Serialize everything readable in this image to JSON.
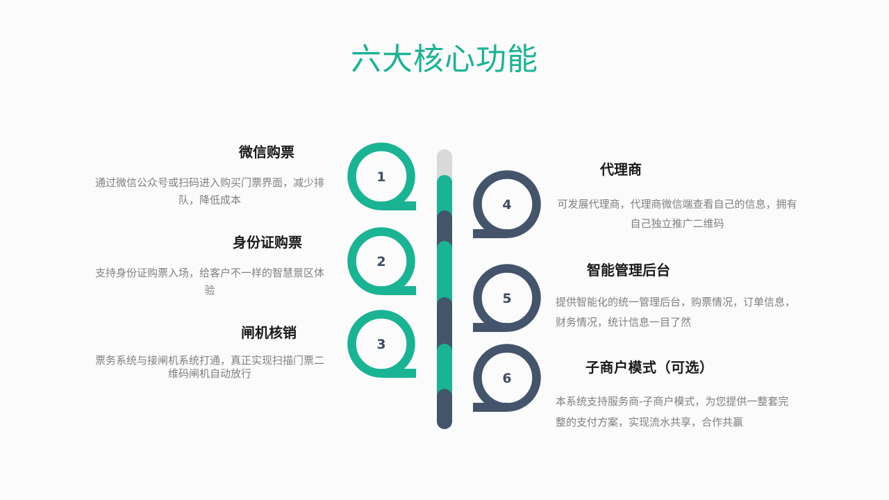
{
  "title": "六大核心功能",
  "colors": {
    "teal": "#1ab394",
    "navy": "#44546b",
    "grey": "#d9d9d9"
  },
  "features": [
    {
      "number": "1",
      "heading": "微信购票",
      "description": "通过微信公众号或扫码进入购买门票界面，减少排队，降低成本"
    },
    {
      "number": "2",
      "heading": "身份证购票",
      "description": "支持身份证购票入场，给客户不一样的智慧景区体验"
    },
    {
      "number": "3",
      "heading": "闸机核销",
      "description": "票务系统与接闸机系统打通，真正实现扫描门票二维码闸机自动放行"
    },
    {
      "number": "4",
      "heading": "代理商",
      "description": "可发展代理商，代理商微信端查看自己的信息，拥有自己独立推广二维码"
    },
    {
      "number": "5",
      "heading": "智能管理后台",
      "description": "提供智能化的统一管理后台，购票情况，订单信息，财务情况，统计信息一目了然"
    },
    {
      "number": "6",
      "heading": "子商户模式（可选）",
      "description": "本系统支持服务商-子商户模式，为您提供一整套完整的支付方案，实现流水共享，合作共赢"
    }
  ]
}
